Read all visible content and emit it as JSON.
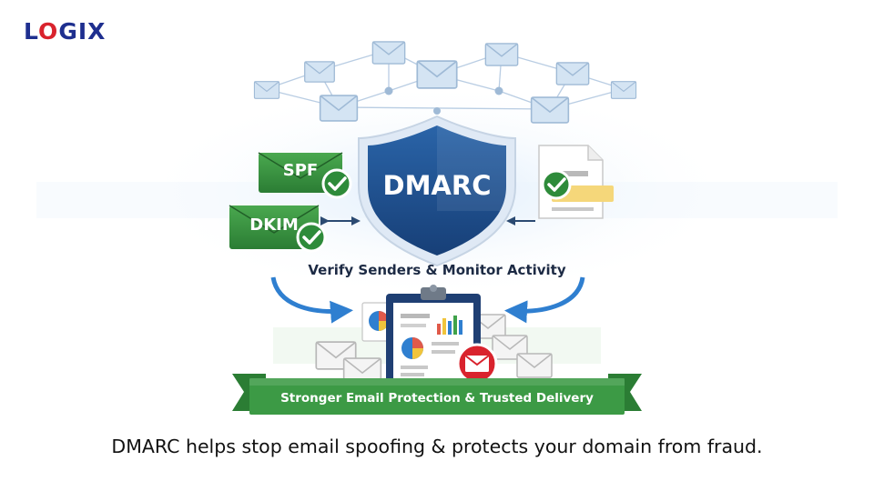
{
  "brand": {
    "logo_text": "LOGIX",
    "logo_color": "#1e2f8f",
    "logo_accent_color": "#d9232d"
  },
  "illustration": {
    "shield_label": "DMARC",
    "spf_label": "SPF",
    "dkim_label": "DKIM",
    "verify_text": "Verify Senders & Monitor Activity",
    "banner_text": "Stronger Email Protection & Trusted Delivery",
    "colors": {
      "shield": "#1f4e8c",
      "green": "#2e8b3a",
      "arrow": "#2f7fd0",
      "envelope": "#cfe0f0"
    },
    "icons": [
      "envelope-icon",
      "shield-icon",
      "checkmark-icon",
      "document-icon",
      "clipboard-icon",
      "bar-chart-icon",
      "pie-chart-icon",
      "mail-badge-icon"
    ]
  },
  "caption": "DMARC helps stop email spoofing & protects your domain from fraud."
}
